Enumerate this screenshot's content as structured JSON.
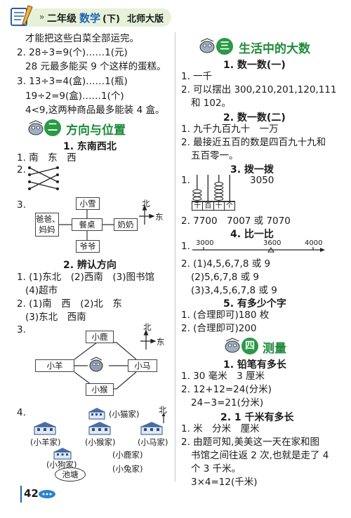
{
  "header": {
    "grade": "二年级",
    "subject": "数学",
    "term": "(下)",
    "edition": "北师大版"
  },
  "left": {
    "lines": [
      "才能把这些白菜全部运完。",
      "2. 28÷3=9(个)……1(元)",
      "28 元最多能买 9 个这样的蛋糕。",
      "3. 13÷3=4(盒)……1(瓶)",
      "19÷2=9(盒)……1(个)",
      "4<9,这两种商品最多能装 4 盒。"
    ],
    "unit2": {
      "badge": "二",
      "title": "方向与位置",
      "s1_title": "1. 东南西北",
      "s1_q1": "1. 南　东　西",
      "s1_q2": "2.",
      "s1_q3": "3.",
      "map1": {
        "center": "餐桌",
        "top": "小雪",
        "left_line1": "爸爸、",
        "left_line2": "妈妈",
        "right": "奶奶",
        "bottom": "爷爷",
        "north": "北",
        "east": "东"
      },
      "s2_title": "2. 辨认方向",
      "s2_lines": [
        "1. (1)东北　(2)西南　(3)图书馆",
        "(4)超市",
        "2. (1)南　西　(2)北　东",
        "(3)东北　西南"
      ],
      "s2_q3": "3.",
      "map2": {
        "top": "小鹿",
        "left": "小羊",
        "right": "小马",
        "bottom": "小猴",
        "north": "北",
        "east": "东"
      },
      "s2_q4": "4.",
      "map3": {
        "north": "北",
        "cat": "(小猫家)",
        "sheep": "(小羊家)",
        "monkey": "(小猴家)",
        "horse": "(小马家)",
        "deer": "(小鹿家)",
        "dog_line1": "(小狗家)",
        "rabbit": "(小兔家)",
        "pond": "池塘"
      }
    },
    "page_number": "42"
  },
  "right": {
    "unit3": {
      "badge": "三",
      "title": "生活中的大数",
      "s1_title": "1. 数一数(一)",
      "s1_lines": [
        "1. 一千",
        "2. 可以摆出 300,210,201,120,111",
        "和 102。"
      ],
      "s2_title": "2. 数一数(二)",
      "s2_lines": [
        "1. 九千九百九十　一万",
        "2. 最接近五百的数是四百九十九和",
        "五百零一。"
      ],
      "s3_title": "3. 拨一拨",
      "abacus": {
        "q": "1.",
        "value": "3050",
        "labels": [
          "千",
          "百",
          "十",
          "个"
        ],
        "beads": [
          3,
          0,
          5,
          0
        ]
      },
      "s3_q2": "2. 7700　7007 或 7070",
      "s4_title": "4. 比一比",
      "numline": {
        "q": "1.",
        "labels": [
          "3000",
          "3600",
          "4000"
        ]
      },
      "s4_lines": [
        "2. (1)4,5,6,7,8 或 9",
        "(2)5,6,7,8 或 9",
        "(3)3,4,5,6,7,8 或 9"
      ],
      "s5_title": "5. 有多少个字",
      "s5_lines": [
        "1. (合理即可)180 枚",
        "2. (合理即可)200"
      ]
    },
    "unit4": {
      "badge": "四",
      "title": "测量",
      "s1_title": "1. 铅笔有多长",
      "s1_lines": [
        "1. 30 毫米　3 厘米",
        "2. 12+12=24(分米)",
        "24−3=21(分米)"
      ],
      "s2_title": "2. 1 千米有多长",
      "s2_lines": [
        "1. 米　分米　厘米",
        "2. 由题可知,美美这一天在家和图",
        "书馆之间往返 2 次,也就是走了 4",
        "个 3 千米。",
        "3×4=12(千米)"
      ]
    }
  },
  "colors": {
    "accent_green": "#2a9a45",
    "header_blue": "#1c63b8",
    "header_bg": "#e6f1d8"
  }
}
